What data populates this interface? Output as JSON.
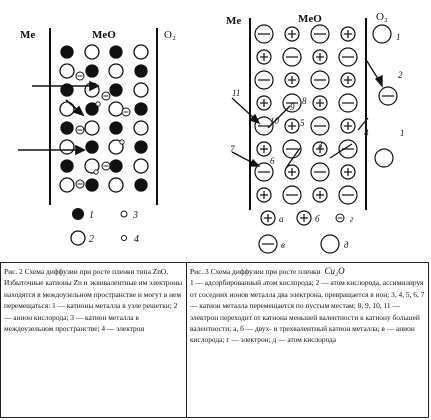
{
  "figure2": {
    "labels": {
      "metal": "Me",
      "oxide": "MeO",
      "oxygen": "O₂"
    },
    "legend": [
      "1",
      "3",
      "2",
      "4"
    ]
  },
  "figure3": {
    "labels": {
      "metal": "Me",
      "oxide": "MeO",
      "oxygen": "O₂"
    },
    "callouts": [
      "1",
      "2",
      "3",
      "4",
      "5",
      "6",
      "7",
      "8",
      "9",
      "10",
      "11",
      "1"
    ],
    "legend": [
      "а",
      "б",
      "г",
      "в",
      "д"
    ]
  },
  "captions": {
    "left": {
      "title": "Рис. 2 Схема диффузии при росте пленки типа ZnO.",
      "body": "Избыточные катионы Zn и эквивалентные им электроны находятся в междоузельном пространстве и могут в нем перемещаться: 1 — катионы металла в узле решетки; 2 — анион кислорода; 3 — катион металла в междоузельном пространстве; 4 — электрон"
    },
    "right": {
      "title": "Рис. 3 Схема диффузии при росте пленки",
      "formula": "Cu₂O",
      "body": "1 — адсорбированный атом кислорода; 2 — атом кислорода, ассимилируя от соседних ионов металла два электрона, превращается в ион; 3, 4, 5, 6, 7 — катион металла перемещается по пустым местам; 8, 9, 10, 11 — электрон переходит от катиона меньшей валентности к катиону большей валентности; а, б — двух- и трехвалентный катион металла; в — анион кислорода; г — электрон; д — атом кислорода"
    }
  }
}
